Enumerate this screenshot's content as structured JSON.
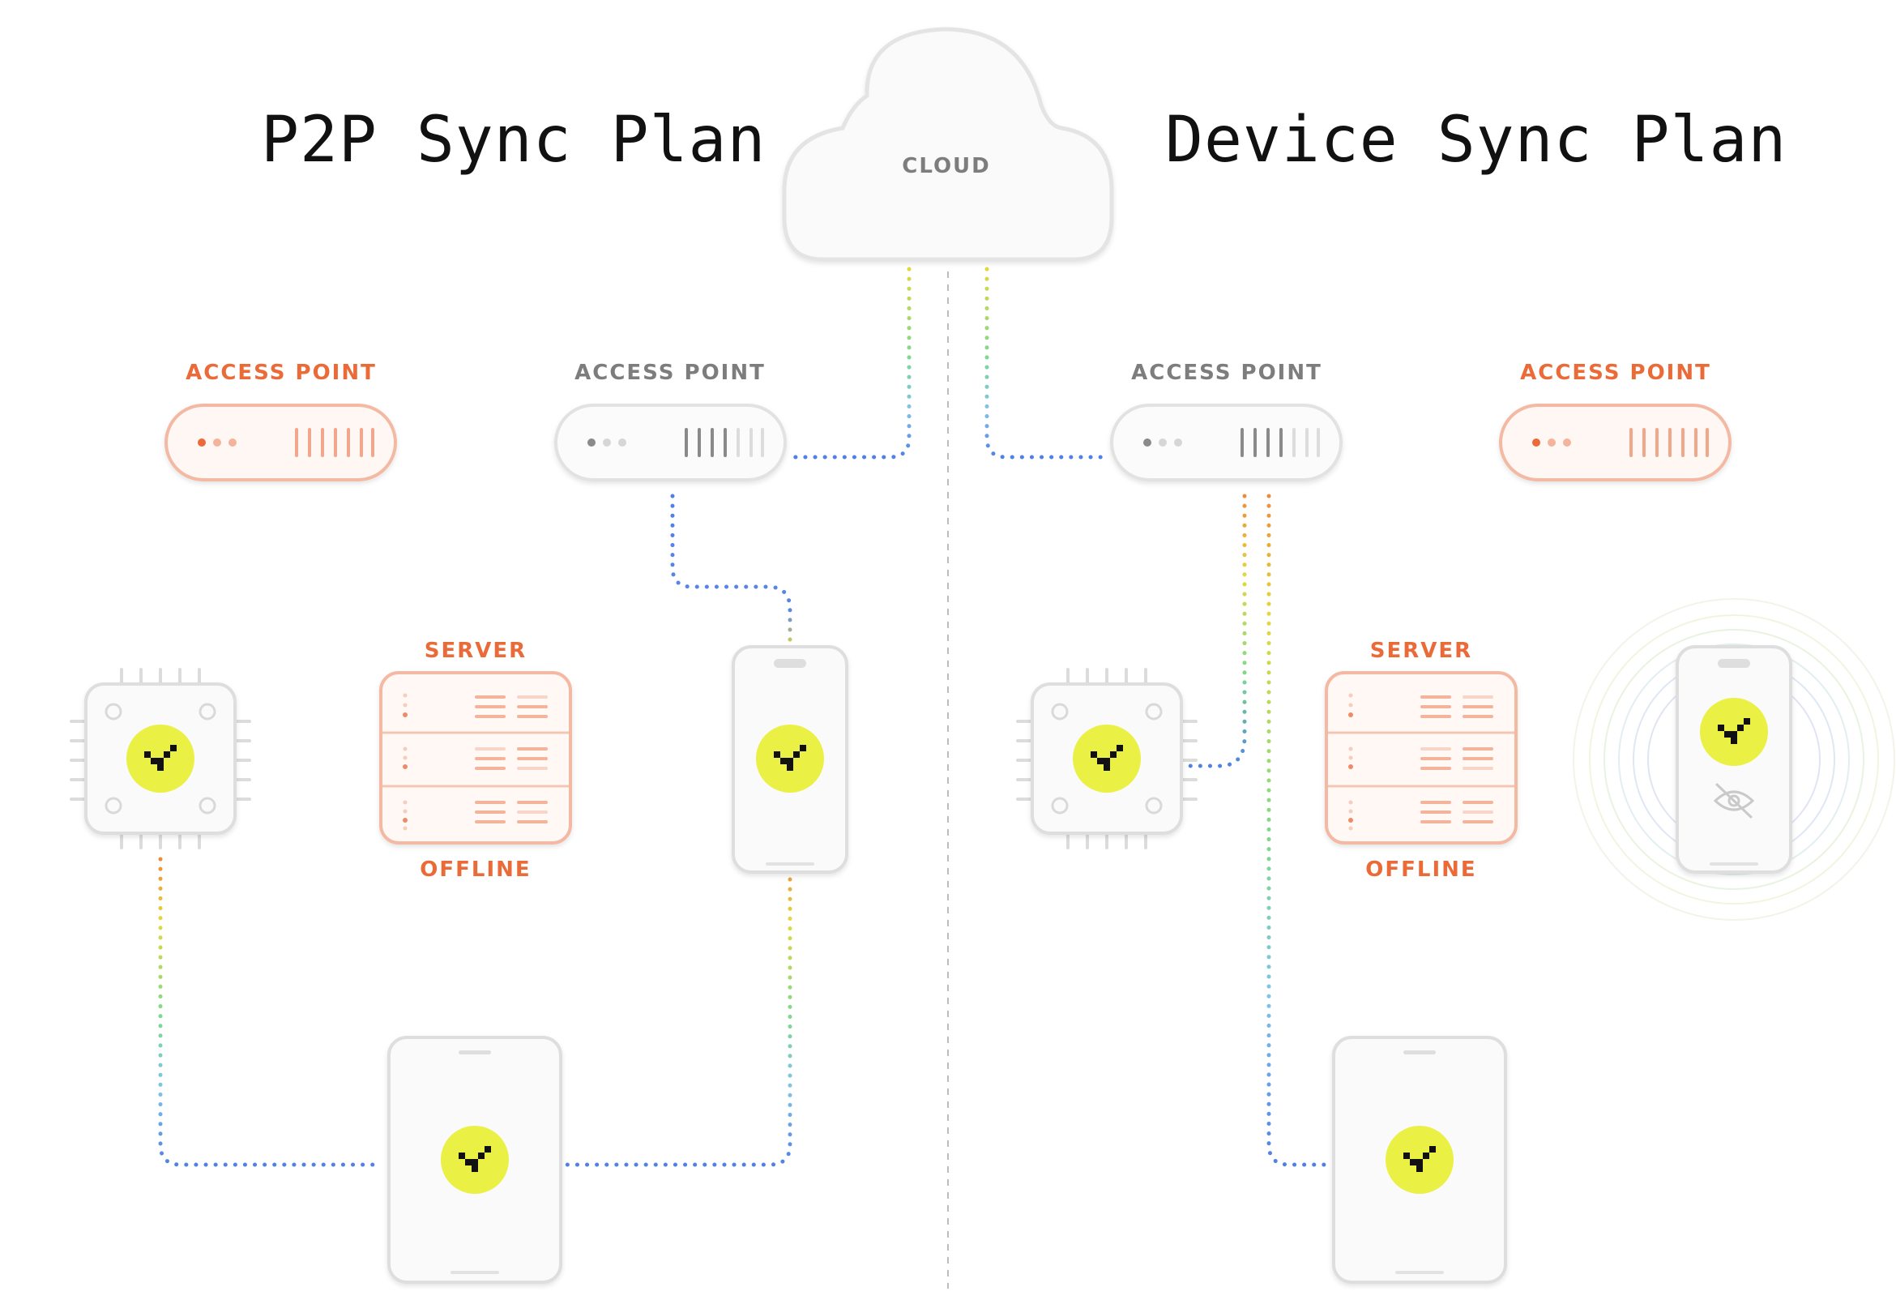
{
  "titles": {
    "left": "P2P Sync Plan",
    "right": "Device Sync Plan"
  },
  "labels": {
    "cloud": "CLOUD",
    "access_point": "ACCESS POINT",
    "server": "SERVER",
    "offline": "OFFLINE"
  },
  "colors": {
    "accent": "#eaf044",
    "offline": "#ea6a38",
    "active_grey": "#8a8a8a",
    "line_blue": "#4f7fe6",
    "line_green": "#7fd98a",
    "line_yellow": "#e3d93b",
    "line_orange": "#ee8a3a"
  },
  "icons": {
    "device_logo": "check-mark-icon",
    "hidden": "eye-slash-icon"
  }
}
